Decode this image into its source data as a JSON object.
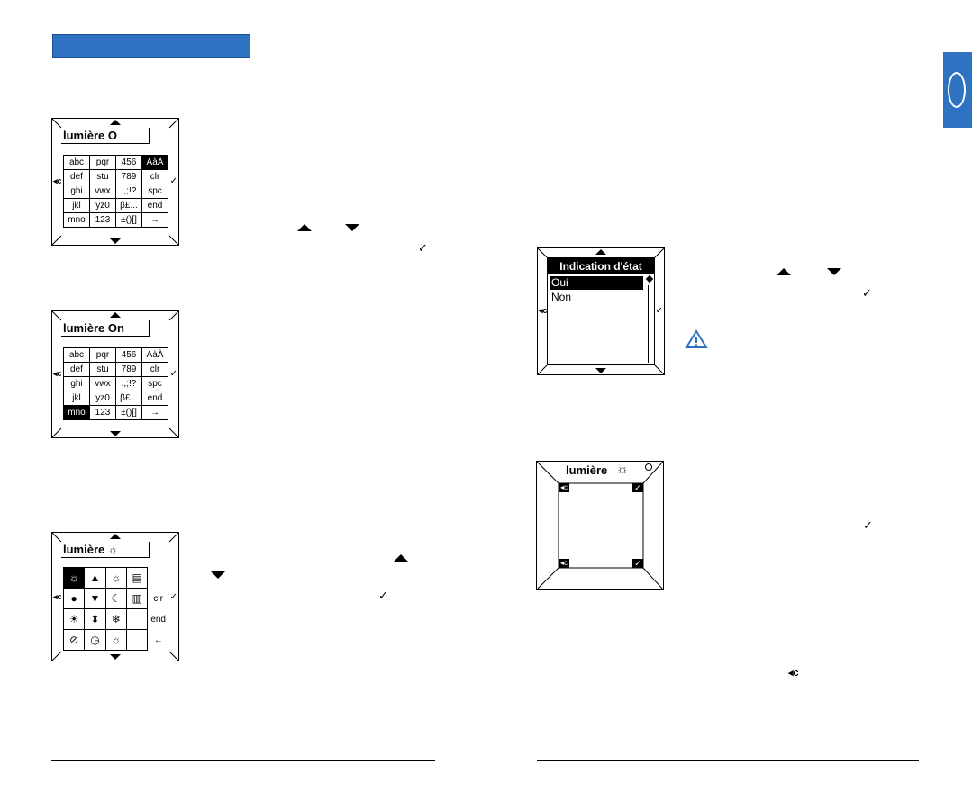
{
  "header": {
    "bar_color": "#2f72c2"
  },
  "side_tab": {
    "color": "#2f72c2"
  },
  "screen1": {
    "text": "lumière O",
    "rows": [
      [
        "abc",
        "pqr",
        "456",
        "AàÀ"
      ],
      [
        "def",
        "stu",
        "789",
        "clr"
      ],
      [
        "ghi",
        "vwx",
        ".,;!?",
        "spc"
      ],
      [
        "jkl",
        "yz0",
        "β£...",
        "end"
      ],
      [
        "mno",
        "123",
        "±()[]",
        "→"
      ]
    ],
    "selected": "AàÀ"
  },
  "screen2": {
    "text": "lumière On",
    "rows": [
      [
        "abc",
        "pqr",
        "456",
        "AàÀ"
      ],
      [
        "def",
        "stu",
        "789",
        "clr"
      ],
      [
        "ghi",
        "vwx",
        ".,;!?",
        "spc"
      ],
      [
        "jkl",
        "yz0",
        "β£...",
        "end"
      ],
      [
        "mno",
        "123",
        "±()[]",
        "→"
      ]
    ],
    "selected": "mno"
  },
  "screen3": {
    "text": "lumière",
    "side_labels": [
      "clr",
      "end",
      "←"
    ]
  },
  "screen4": {
    "title": "Indication d'état",
    "items": [
      "Oui",
      "Non"
    ],
    "selected": "Oui"
  },
  "screen5": {
    "title": "lumière"
  },
  "icons": {
    "up": "up-arrow-icon",
    "down": "down-arrow-icon",
    "check": "checkmark-icon",
    "back": "c-back-icon",
    "warning": "warning-triangle-icon"
  },
  "glyphs": {
    "check": "✓",
    "back": "◂c",
    "right_arrow": "→",
    "left_arrow": "←"
  }
}
